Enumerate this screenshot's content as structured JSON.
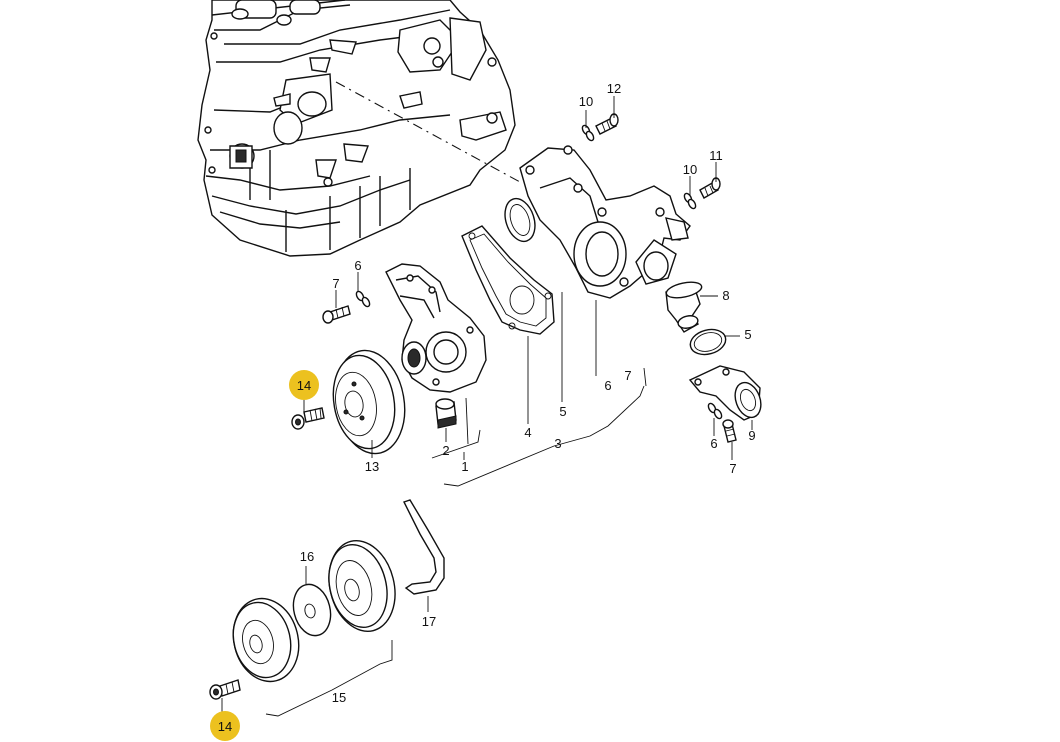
{
  "highlight_color": "#ecc11f",
  "callouts": {
    "c1": "1",
    "c2": "2",
    "c3": "3",
    "c4": "4",
    "c5a": "5",
    "c5b": "5",
    "c6a": "6",
    "c6b": "6",
    "c6c": "6",
    "c7a": "7",
    "c7b": "7",
    "c7c": "7",
    "c8": "8",
    "c9": "9",
    "c10a": "10",
    "c10b": "10",
    "c11": "11",
    "c12": "12",
    "c13": "13",
    "c14a": "14",
    "c14b": "14",
    "c15": "15",
    "c16": "16",
    "c17": "17"
  }
}
